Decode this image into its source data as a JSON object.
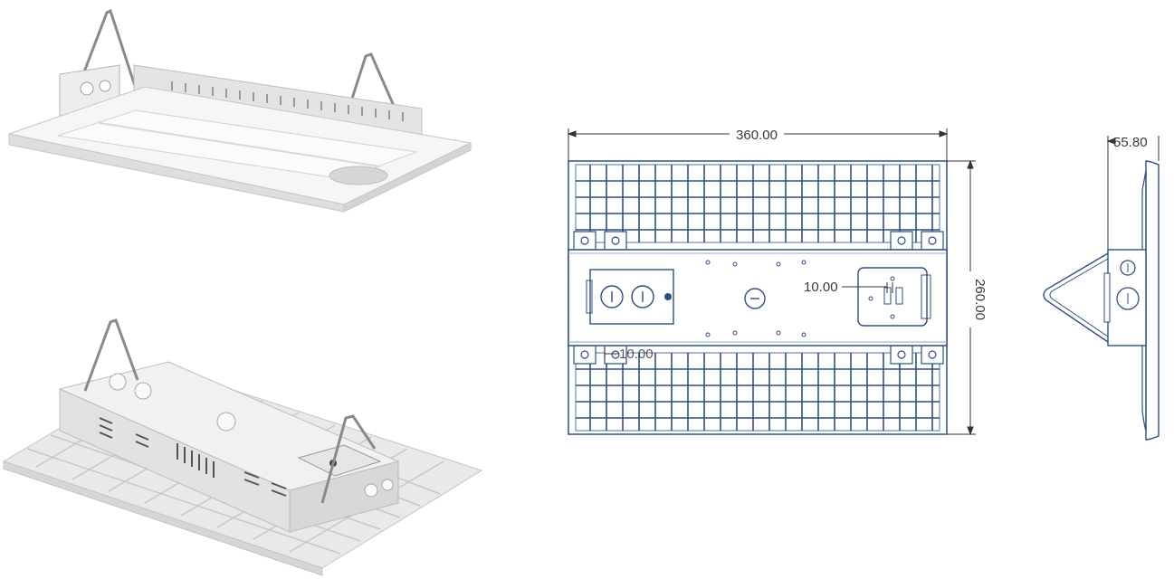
{
  "drawing": {
    "width_label": "360.00",
    "height_label": "260.00",
    "depth_label": "55.80",
    "gap_label": "10.00",
    "offset_label": "10.00"
  },
  "colors": {
    "line_blue": "#2b4f86",
    "light_blue": "#8fa9cf",
    "dim_line": "#333333",
    "housing_white": "#f2f2f2",
    "housing_shadow": "#cfcfcf"
  }
}
